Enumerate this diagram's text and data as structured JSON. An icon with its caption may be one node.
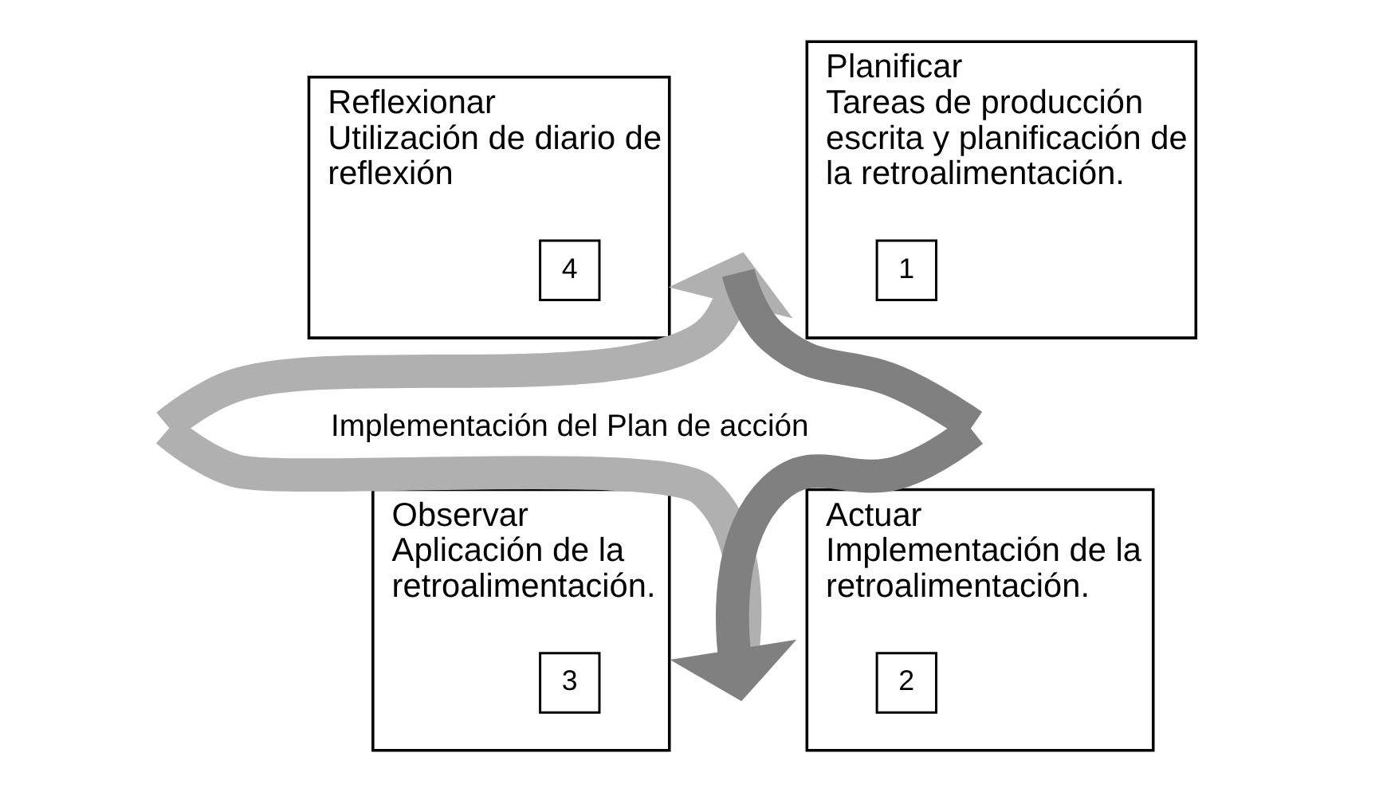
{
  "diagram": {
    "nodes": [
      {
        "text": [
          "Reflexionar",
          "Utilización de diario de reflexión"
        ]
      },
      {
        "text": [
          "4"
        ],
        "in": 0
      },
      {
        "text": [
          "Planificar",
          "Tareas de producción escrita y planificación de la retroalimentación."
        ]
      },
      {
        "text": [
          "1"
        ],
        "in": 2
      },
      {
        "text": [
          "Implementación del Plan de acción"
        ]
      },
      {
        "text": [
          "Observar",
          "Aplicación de la retroalimentación."
        ]
      },
      {
        "text": [
          "3"
        ],
        "in": 5
      },
      {
        "text": [
          "Actuar",
          "Implementación de la retroalimentación."
        ]
      },
      {
        "text": [
          "2"
        ],
        "in": 7
      }
    ]
  }
}
